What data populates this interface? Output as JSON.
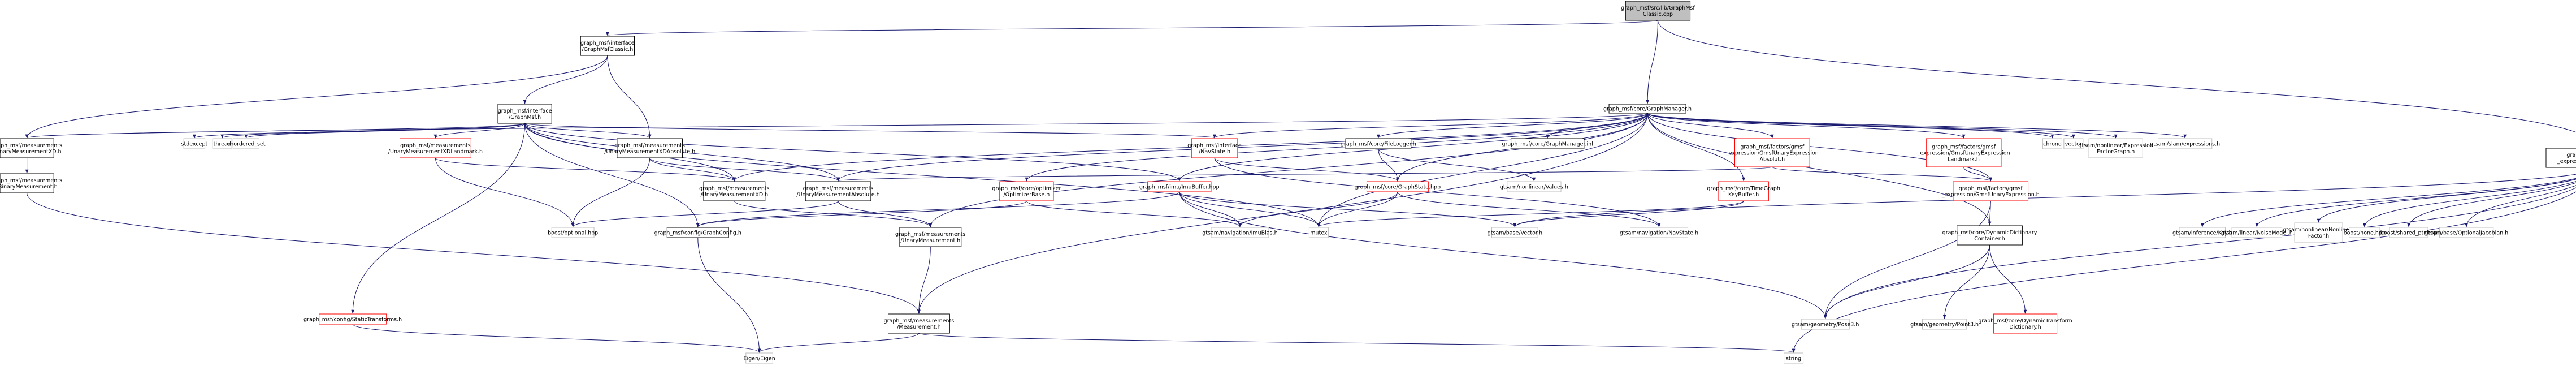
{
  "colors": {
    "root_fill": "#bfbfbf",
    "node_fill": "#ffffff",
    "project_border": "#000000",
    "missing_border": "#ff0000",
    "external_border": "#bfbfbf",
    "edge": "#191970"
  },
  "nodes": [
    {
      "id": "root",
      "kind": "root",
      "lines": [
        "graph_msf/src/lib/GraphMsf",
        "Classic.cpp"
      ]
    },
    {
      "id": "classic_h",
      "kind": "project",
      "lines": [
        "graph_msf/interface",
        "/GraphMsfClassic.h"
      ]
    },
    {
      "id": "graphmanager_h",
      "kind": "project",
      "lines": [
        "graph_msf/core/GraphManager.h"
      ]
    },
    {
      "id": "unary_expr_factor",
      "kind": "project",
      "lines": [
        "graph_msf/factors/non",
        "_expression/unary/HeFactor.h"
      ]
    },
    {
      "id": "graphmsf_h",
      "kind": "project",
      "lines": [
        "graph_msf/interface",
        "/GraphMsf.h"
      ]
    },
    {
      "id": "binary_xd",
      "kind": "project",
      "lines": [
        "graph_msf/measurements",
        "/BinaryMeasurementXD.h"
      ]
    },
    {
      "id": "binary_meas",
      "kind": "project",
      "lines": [
        "graph_msf/measurements",
        "/BinaryMeasurement.h"
      ]
    },
    {
      "id": "stdexcept",
      "kind": "external",
      "lines": [
        "stdexcept"
      ]
    },
    {
      "id": "thread",
      "kind": "external",
      "lines": [
        "thread"
      ]
    },
    {
      "id": "unordered_set",
      "kind": "external",
      "lines": [
        "unordered_set"
      ]
    },
    {
      "id": "unary_xd_landmark",
      "kind": "missing",
      "lines": [
        "graph_msf/measurements",
        "/UnaryMeasurementXDLandmark.h"
      ]
    },
    {
      "id": "unary_xd_absolute",
      "kind": "project",
      "lines": [
        "graph_msf/measurements",
        "/UnaryMeasurementXDAbsolute.h"
      ]
    },
    {
      "id": "navstate_h",
      "kind": "missing",
      "lines": [
        "graph_msf/interface",
        "/NavState.h"
      ]
    },
    {
      "id": "filelogger_h",
      "kind": "project",
      "lines": [
        "graph_msf/core/FileLogger.h"
      ]
    },
    {
      "id": "graphmanager_inl",
      "kind": "project",
      "lines": [
        "graph_msf/core/GraphManager.inl"
      ]
    },
    {
      "id": "gmsf_unary_absolute",
      "kind": "missing",
      "lines": [
        "graph_msf/factors/gmsf",
        "_expression/GmsfUnaryExpression",
        "Absolut.h"
      ]
    },
    {
      "id": "gmsf_unary_landmark",
      "kind": "missing",
      "lines": [
        "graph_msf/factors/gmsf",
        "_expression/GmsfUnaryExpression",
        "Landmark.h"
      ]
    },
    {
      "id": "chrono",
      "kind": "external",
      "lines": [
        "chrono"
      ]
    },
    {
      "id": "vector",
      "kind": "external",
      "lines": [
        "vector"
      ]
    },
    {
      "id": "gtsam_expr_factor_graph",
      "kind": "external",
      "lines": [
        "gtsam/nonlinear/Expression",
        "FactorGraph.h"
      ]
    },
    {
      "id": "gtsam_slam_expr",
      "kind": "external",
      "lines": [
        "gtsam/slam/expressions.h"
      ]
    },
    {
      "id": "unary_xd",
      "kind": "project",
      "lines": [
        "graph_msf/measurements",
        "/UnaryMeasurementXD.h"
      ]
    },
    {
      "id": "unary_meas_absolute",
      "kind": "project",
      "lines": [
        "graph_msf/measurements",
        "/UnaryMeasurementAbsolute.h"
      ]
    },
    {
      "id": "optimizerbase",
      "kind": "missing",
      "lines": [
        "graph_msf/core/optimizer",
        "/OptimizerBase.h"
      ]
    },
    {
      "id": "imubuffer",
      "kind": "missing",
      "lines": [
        "graph_msf/imu/ImuBuffer.hpp"
      ]
    },
    {
      "id": "graphstate",
      "kind": "missing",
      "lines": [
        "graph_msf/core/GraphState.hpp"
      ]
    },
    {
      "id": "gtsam_values",
      "kind": "external",
      "lines": [
        "gtsam/nonlinear/Values.h"
      ]
    },
    {
      "id": "timegraph_keybuffer",
      "kind": "missing",
      "lines": [
        "graph_msf/core/TimeGraph",
        "KeyBuffer.h"
      ]
    },
    {
      "id": "gmsf_unary_expr",
      "kind": "missing",
      "lines": [
        "graph_msf/factors/gmsf",
        "_expression/GmsfUnaryExpression.h"
      ]
    },
    {
      "id": "boost_optional",
      "kind": "external",
      "lines": [
        "boost/optional.hpp"
      ]
    },
    {
      "id": "graphconfig",
      "kind": "project",
      "lines": [
        "graph_msf/config/GraphConfig.h"
      ]
    },
    {
      "id": "unary_meas",
      "kind": "project",
      "lines": [
        "graph_msf/measurements",
        "/UnaryMeasurement.h"
      ]
    },
    {
      "id": "gtsam_imubias",
      "kind": "external",
      "lines": [
        "gtsam/navigation/ImuBias.h"
      ]
    },
    {
      "id": "mutex",
      "kind": "external",
      "lines": [
        "mutex"
      ]
    },
    {
      "id": "gtsam_vector",
      "kind": "external",
      "lines": [
        "gtsam/base/Vector.h"
      ]
    },
    {
      "id": "gtsam_navstate",
      "kind": "external",
      "lines": [
        "gtsam/navigation/NavState.h"
      ]
    },
    {
      "id": "dyn_dict_container",
      "kind": "project",
      "lines": [
        "graph_msf/core/DynamicDictionary",
        "Container.h"
      ]
    },
    {
      "id": "gtsam_key",
      "kind": "external",
      "lines": [
        "gtsam/inference/Key.h"
      ]
    },
    {
      "id": "gtsam_noisemodel",
      "kind": "external",
      "lines": [
        "gtsam/linear/NoiseModel.h"
      ]
    },
    {
      "id": "gtsam_nonlinear_factor",
      "kind": "external",
      "lines": [
        "gtsam/nonlinear/Nonlinear",
        "Factor.h"
      ]
    },
    {
      "id": "boost_none",
      "kind": "external",
      "lines": [
        "boost/none.hpp"
      ]
    },
    {
      "id": "boost_shared_ptr",
      "kind": "external",
      "lines": [
        "boost/shared_ptr.hpp"
      ]
    },
    {
      "id": "gtsam_optional_jacobian",
      "kind": "external",
      "lines": [
        "gtsam/base/OptionalJacobian.h"
      ]
    },
    {
      "id": "static_transforms",
      "kind": "missing",
      "lines": [
        "graph_msf/config/StaticTransforms.h"
      ]
    },
    {
      "id": "measurement_h",
      "kind": "project",
      "lines": [
        "graph_msf/measurements",
        "/Measurement.h"
      ]
    },
    {
      "id": "gtsam_pose3",
      "kind": "external",
      "lines": [
        "gtsam/geometry/Pose3.h"
      ]
    },
    {
      "id": "gtsam_point3",
      "kind": "external",
      "lines": [
        "gtsam/geometry/Point3.h"
      ]
    },
    {
      "id": "dyn_transform_dict",
      "kind": "missing",
      "lines": [
        "graph_msf/core/DynamicTransform",
        "Dictionary.h"
      ]
    },
    {
      "id": "eigen",
      "kind": "external",
      "lines": [
        "Eigen/Eigen"
      ]
    },
    {
      "id": "string",
      "kind": "external",
      "lines": [
        "string"
      ]
    }
  ],
  "edges": [
    [
      "root",
      "classic_h"
    ],
    [
      "root",
      "graphmanager_h"
    ],
    [
      "root",
      "unary_expr_factor"
    ],
    [
      "classic_h",
      "graphmsf_h"
    ],
    [
      "classic_h",
      "binary_xd"
    ],
    [
      "classic_h",
      "unary_xd_absolute"
    ],
    [
      "graphmsf_h",
      "binary_xd"
    ],
    [
      "graphmsf_h",
      "stdexcept"
    ],
    [
      "graphmsf_h",
      "thread"
    ],
    [
      "graphmsf_h",
      "unordered_set"
    ],
    [
      "graphmsf_h",
      "unary_xd_landmark"
    ],
    [
      "graphmsf_h",
      "unary_xd_absolute"
    ],
    [
      "graphmsf_h",
      "navstate_h"
    ],
    [
      "graphmsf_h",
      "static_transforms"
    ],
    [
      "graphmsf_h",
      "graphconfig"
    ],
    [
      "graphmsf_h",
      "mutex"
    ],
    [
      "graphmsf_h",
      "unary_meas_absolute"
    ],
    [
      "graphmsf_h",
      "imubuffer"
    ],
    [
      "graphmsf_h",
      "unary_xd"
    ],
    [
      "binary_xd",
      "binary_meas"
    ],
    [
      "binary_meas",
      "measurement_h"
    ],
    [
      "unary_xd_landmark",
      "unary_xd"
    ],
    [
      "unary_xd_landmark",
      "boost_optional"
    ],
    [
      "unary_xd_absolute",
      "unary_xd"
    ],
    [
      "unary_xd_absolute",
      "boost_optional"
    ],
    [
      "unary_xd_absolute",
      "unary_meas_absolute"
    ],
    [
      "unary_xd",
      "unary_meas"
    ],
    [
      "unary_meas_absolute",
      "unary_meas"
    ],
    [
      "unary_meas_absolute",
      "boost_optional"
    ],
    [
      "unary_meas",
      "measurement_h"
    ],
    [
      "measurement_h",
      "eigen"
    ],
    [
      "measurement_h",
      "string"
    ],
    [
      "static_transforms",
      "eigen"
    ],
    [
      "graphconfig",
      "eigen"
    ],
    [
      "graphmanager_h",
      "binary_xd"
    ],
    [
      "graphmanager_h",
      "unary_xd"
    ],
    [
      "graphmanager_h",
      "unary_meas_absolute"
    ],
    [
      "graphmanager_h",
      "navstate_h"
    ],
    [
      "graphmanager_h",
      "filelogger_h"
    ],
    [
      "graphmanager_h",
      "graphmanager_inl"
    ],
    [
      "graphmanager_h",
      "gmsf_unary_absolute"
    ],
    [
      "graphmanager_h",
      "gmsf_unary_landmark"
    ],
    [
      "graphmanager_h",
      "chrono"
    ],
    [
      "graphmanager_h",
      "vector"
    ],
    [
      "graphmanager_h",
      "gtsam_expr_factor_graph"
    ],
    [
      "graphmanager_h",
      "gtsam_slam_expr"
    ],
    [
      "graphmanager_h",
      "optimizerbase"
    ],
    [
      "graphmanager_h",
      "imubuffer"
    ],
    [
      "graphmanager_h",
      "graphstate"
    ],
    [
      "graphmanager_h",
      "timegraph_keybuffer"
    ],
    [
      "graphmanager_h",
      "gmsf_unary_expr"
    ],
    [
      "graphmanager_h",
      "unary_meas"
    ],
    [
      "graphmanager_h",
      "measurement_h"
    ],
    [
      "graphmanager_h",
      "mutex"
    ],
    [
      "graphmanager_h",
      "dyn_dict_container"
    ],
    [
      "navstate_h",
      "graphstate"
    ],
    [
      "navstate_h",
      "gtsam_navstate"
    ],
    [
      "filelogger_h",
      "gtsam_values"
    ],
    [
      "filelogger_h",
      "graphstate"
    ],
    [
      "gmsf_unary_absolute",
      "gmsf_unary_expr"
    ],
    [
      "gmsf_unary_absolute",
      "unary_meas_absolute"
    ],
    [
      "gmsf_unary_landmark",
      "gmsf_unary_expr"
    ],
    [
      "optimizerbase",
      "graphconfig"
    ],
    [
      "optimizerbase",
      "gtsam_imubias"
    ],
    [
      "imubuffer",
      "graphconfig"
    ],
    [
      "imubuffer",
      "gtsam_imubias"
    ],
    [
      "imubuffer",
      "mutex"
    ],
    [
      "imubuffer",
      "gtsam_vector"
    ],
    [
      "imubuffer",
      "gtsam_pose3"
    ],
    [
      "graphstate",
      "gtsam_imubias"
    ],
    [
      "graphstate",
      "mutex"
    ],
    [
      "graphstate",
      "gtsam_navstate"
    ],
    [
      "timegraph_keybuffer",
      "mutex"
    ],
    [
      "timegraph_keybuffer",
      "gtsam_vector"
    ],
    [
      "gmsf_unary_expr",
      "dyn_dict_container"
    ],
    [
      "gmsf_unary_expr",
      "gtsam_pose3"
    ],
    [
      "dyn_dict_container",
      "gtsam_pose3"
    ],
    [
      "dyn_dict_container",
      "gtsam_point3"
    ],
    [
      "dyn_dict_container",
      "dyn_transform_dict"
    ],
    [
      "unary_expr_factor",
      "gtsam_key"
    ],
    [
      "unary_expr_factor",
      "gtsam_noisemodel"
    ],
    [
      "unary_expr_factor",
      "gtsam_nonlinear_factor"
    ],
    [
      "unary_expr_factor",
      "boost_none"
    ],
    [
      "unary_expr_factor",
      "boost_shared_ptr"
    ],
    [
      "unary_expr_factor",
      "gtsam_optional_jacobian"
    ],
    [
      "unary_expr_factor",
      "gtsam_pose3"
    ],
    [
      "unary_expr_factor",
      "gtsam_vector"
    ],
    [
      "unary_expr_factor",
      "string"
    ]
  ]
}
